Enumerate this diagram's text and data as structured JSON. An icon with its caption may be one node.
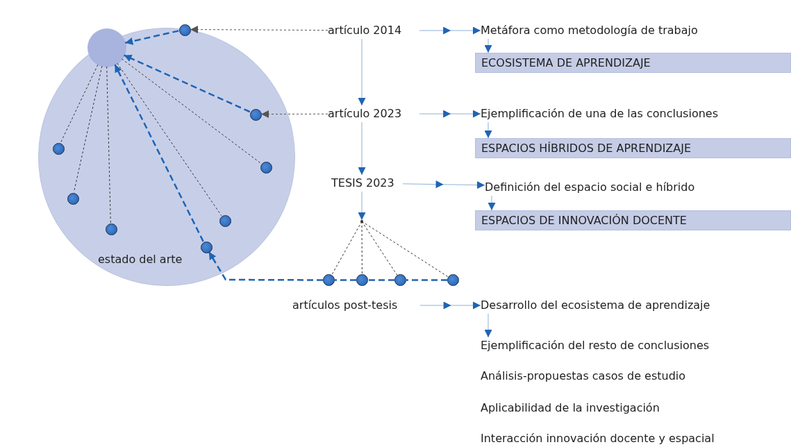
{
  "diagram": {
    "nodes": [
      {
        "text": [
          "estado del arte"
        ]
      },
      {
        "text": [],
        "shape": "circle",
        "in": 0
      },
      {
        "text": [],
        "shape": "circle",
        "in": 0
      },
      {
        "text": [],
        "shape": "circle",
        "in": 0
      },
      {
        "text": [],
        "shape": "circle",
        "in": 0
      },
      {
        "text": [],
        "shape": "circle",
        "in": 0
      },
      {
        "text": [],
        "shape": "circle",
        "in": 0
      },
      {
        "text": [],
        "shape": "circle",
        "in": 0
      },
      {
        "text": [],
        "shape": "circle",
        "in": 0
      },
      {
        "text": [],
        "shape": "circle",
        "in": 0
      },
      {
        "text": [
          "artículo 2014"
        ]
      },
      {
        "text": [
          "Metáfora como metodología de trabajo"
        ]
      },
      {
        "text": [
          "ECOSISTEMA DE APRENDIZAJE"
        ]
      },
      {
        "text": [
          "artículo 2023"
        ]
      },
      {
        "text": [
          "Ejemplificación de una de las conclusiones"
        ]
      },
      {
        "text": [
          "ESPACIOS HÍBRIDOS DE APRENDIZAJE"
        ]
      },
      {
        "text": [
          "TESIS 2023"
        ]
      },
      {
        "text": [
          "Definición del espacio social e híbrido"
        ]
      },
      {
        "text": [
          "ESPACIOS DE INNOVACIÓN DOCENTE"
        ]
      },
      {
        "text": [],
        "shape": "point"
      },
      {
        "text": [],
        "shape": "circle"
      },
      {
        "text": [],
        "shape": "circle"
      },
      {
        "text": [],
        "shape": "circle"
      },
      {
        "text": [],
        "shape": "circle"
      },
      {
        "text": [
          "artículos post-tesis"
        ]
      },
      {
        "text": [
          "Desarrollo del ecosistema de aprendizaje"
        ]
      },
      {
        "text": [
          "Ejemplificación del resto de conclusiones"
        ]
      }
    ],
    "edges": [
      {
        "from": 10,
        "to": 2,
        "arrow": "to",
        "style": "dashed",
        "color": "#555555"
      },
      {
        "from": 2,
        "to": 1,
        "arrow": "to",
        "style": "dashed",
        "color": "#1f64b4"
      },
      {
        "from": 13,
        "to": 3,
        "arrow": "to",
        "style": "dashed",
        "color": "#555555"
      },
      {
        "from": 3,
        "to": 1,
        "arrow": "to",
        "style": "dashed",
        "color": "#1f64b4"
      },
      {
        "from": 1,
        "to": 4,
        "arrow": "none",
        "style": "dashed",
        "color": "#333333"
      },
      {
        "from": 1,
        "to": 5,
        "arrow": "none",
        "style": "dashed",
        "color": "#333333"
      },
      {
        "from": 1,
        "to": 6,
        "arrow": "none",
        "style": "dashed",
        "color": "#333333"
      },
      {
        "from": 1,
        "to": 7,
        "arrow": "none",
        "style": "dashed",
        "color": "#333333"
      },
      {
        "from": 1,
        "to": 8,
        "arrow": "none",
        "style": "dashed",
        "color": "#333333"
      },
      {
        "from": 9,
        "to": 1,
        "arrow": "to",
        "style": "dashed",
        "color": "#1f64b4"
      },
      {
        "from": 20,
        "to": 9,
        "arrow": "to",
        "style": "dashed",
        "color": "#1f64b4"
      },
      {
        "from": 21,
        "to": 20,
        "arrow": "none",
        "style": "dashed",
        "color": "#1f64b4"
      },
      {
        "from": 22,
        "to": 21,
        "arrow": "none",
        "style": "dashed",
        "color": "#1f64b4"
      },
      {
        "from": 23,
        "to": 22,
        "arrow": "none",
        "style": "dashed",
        "color": "#1f64b4"
      },
      {
        "from": 19,
        "to": 20,
        "arrow": "none",
        "style": "dashed",
        "color": "#333333"
      },
      {
        "from": 19,
        "to": 21,
        "arrow": "none",
        "style": "dashed",
        "color": "#333333"
      },
      {
        "from": 19,
        "to": 22,
        "arrow": "none",
        "style": "dashed",
        "color": "#333333"
      },
      {
        "from": 19,
        "to": 23,
        "arrow": "none",
        "style": "dashed",
        "color": "#333333"
      },
      {
        "from": 10,
        "to": 11,
        "arrow": "to"
      },
      {
        "from": 11,
        "to": 12,
        "arrow": "to"
      },
      {
        "from": 10,
        "to": 13,
        "arrow": "to"
      },
      {
        "from": 13,
        "to": 14,
        "arrow": "to"
      },
      {
        "from": 14,
        "to": 15,
        "arrow": "to"
      },
      {
        "from": 13,
        "to": 16,
        "arrow": "to"
      },
      {
        "from": 16,
        "to": 17,
        "arrow": "to"
      },
      {
        "from": 17,
        "to": 18,
        "arrow": "to"
      },
      {
        "from": 16,
        "to": 19,
        "arrow": "to"
      },
      {
        "from": 24,
        "to": 25,
        "arrow": "to"
      },
      {
        "from": 25,
        "to": 26,
        "arrow": "to"
      }
    ],
    "labels": [
      "Análisis-propuestas casos de estudio",
      "Aplicabilidad de la investigación",
      "Interacción innovación docente y espacial"
    ]
  }
}
